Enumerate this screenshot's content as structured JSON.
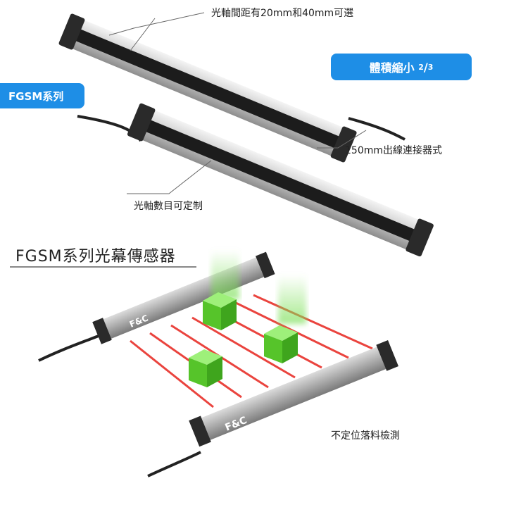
{
  "badges": {
    "series": "FGSM系列",
    "volume_prefix": "體積縮小",
    "volume_num": "2",
    "volume_den": "3"
  },
  "callouts": {
    "pitch": "光軸間距有20mm和40mm可選",
    "connector": "150mm出線連接器式",
    "custom": "光軸數目可定制",
    "detect": "不定位落料檢測"
  },
  "heading": "FGSM系列光幕傳感器",
  "brand": {
    "logo_top": "F&C",
    "logo_bottom": "F&C"
  },
  "colors": {
    "badge_blue": "#1e8ee6",
    "beam_red": "#e8302a",
    "cube_green": "#66d633"
  }
}
